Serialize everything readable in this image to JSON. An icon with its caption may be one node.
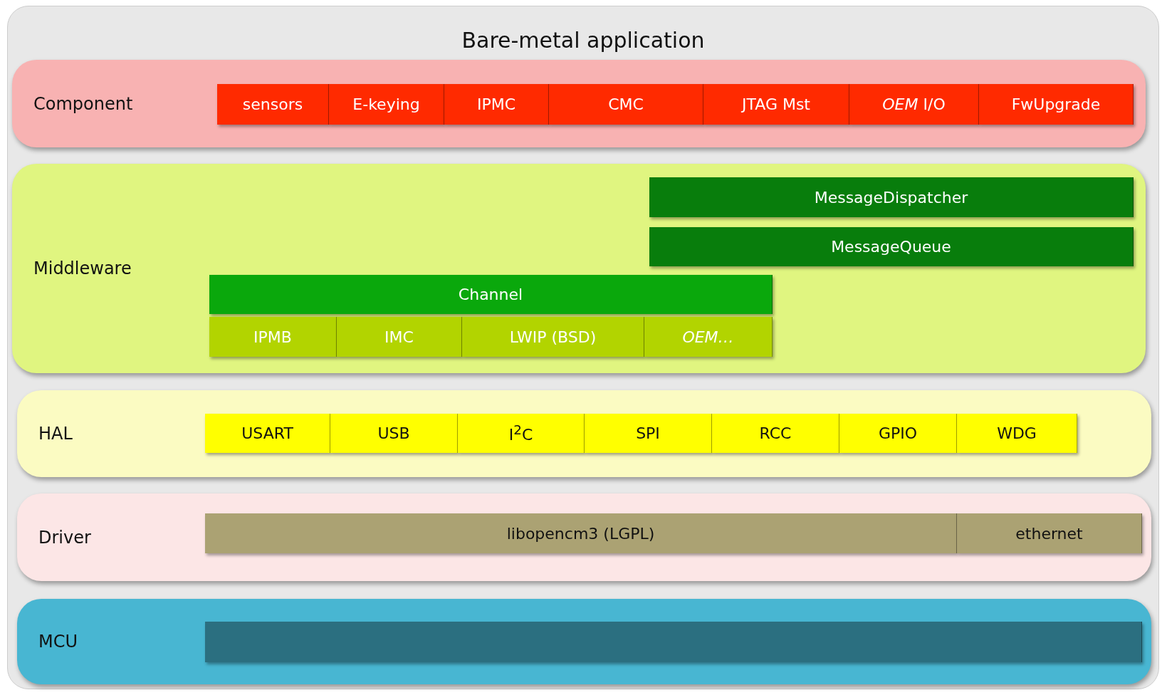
{
  "diagram": {
    "nodes": [
      {
        "text": [
          "Bare-metal application"
        ]
      },
      {
        "text": [
          "Component"
        ],
        "in": 0
      },
      {
        "text": [
          "sensors"
        ],
        "in": 1
      },
      {
        "text": [
          "E-keying"
        ],
        "in": 1
      },
      {
        "text": [
          "IPMC"
        ],
        "in": 1
      },
      {
        "text": [
          "CMC"
        ],
        "in": 1
      },
      {
        "text": [
          "JTAG Mst"
        ],
        "in": 1
      },
      {
        "text": [
          "*OEM* I/O"
        ],
        "in": 1
      },
      {
        "text": [
          "FwUpgrade"
        ],
        "in": 1
      },
      {
        "text": [
          "Middleware"
        ],
        "in": 0
      },
      {
        "text": [
          "MessageDispatcher"
        ],
        "in": 9
      },
      {
        "text": [
          "MessageQueue"
        ],
        "in": 9
      },
      {
        "text": [
          "Channel"
        ],
        "in": 9
      },
      {
        "text": [
          "IPMB"
        ],
        "in": 9
      },
      {
        "text": [
          "IMC"
        ],
        "in": 9
      },
      {
        "text": [
          "LWIP (BSD)"
        ],
        "in": 9
      },
      {
        "text": [
          "OEM…"
        ],
        "in": 9
      },
      {
        "text": [
          "HAL"
        ],
        "in": 0
      },
      {
        "text": [
          "USART"
        ],
        "in": 17
      },
      {
        "text": [
          "USB"
        ],
        "in": 17
      },
      {
        "text": [
          "I$^{2}$C"
        ],
        "in": 17
      },
      {
        "text": [
          "SPI"
        ],
        "in": 17
      },
      {
        "text": [
          "RCC"
        ],
        "in": 17
      },
      {
        "text": [
          "GPIO"
        ],
        "in": 17
      },
      {
        "text": [
          "WDG"
        ],
        "in": 17
      },
      {
        "text": [
          "Driver"
        ],
        "in": 0
      },
      {
        "text": [
          "libopencm3 (LGPL)"
        ],
        "in": 25
      },
      {
        "text": [
          "ethernet"
        ],
        "in": 25
      },
      {
        "text": [
          "MCU"
        ],
        "in": 0
      },
      {
        "text": [],
        "shape": "bar",
        "in": 28
      }
    ]
  }
}
